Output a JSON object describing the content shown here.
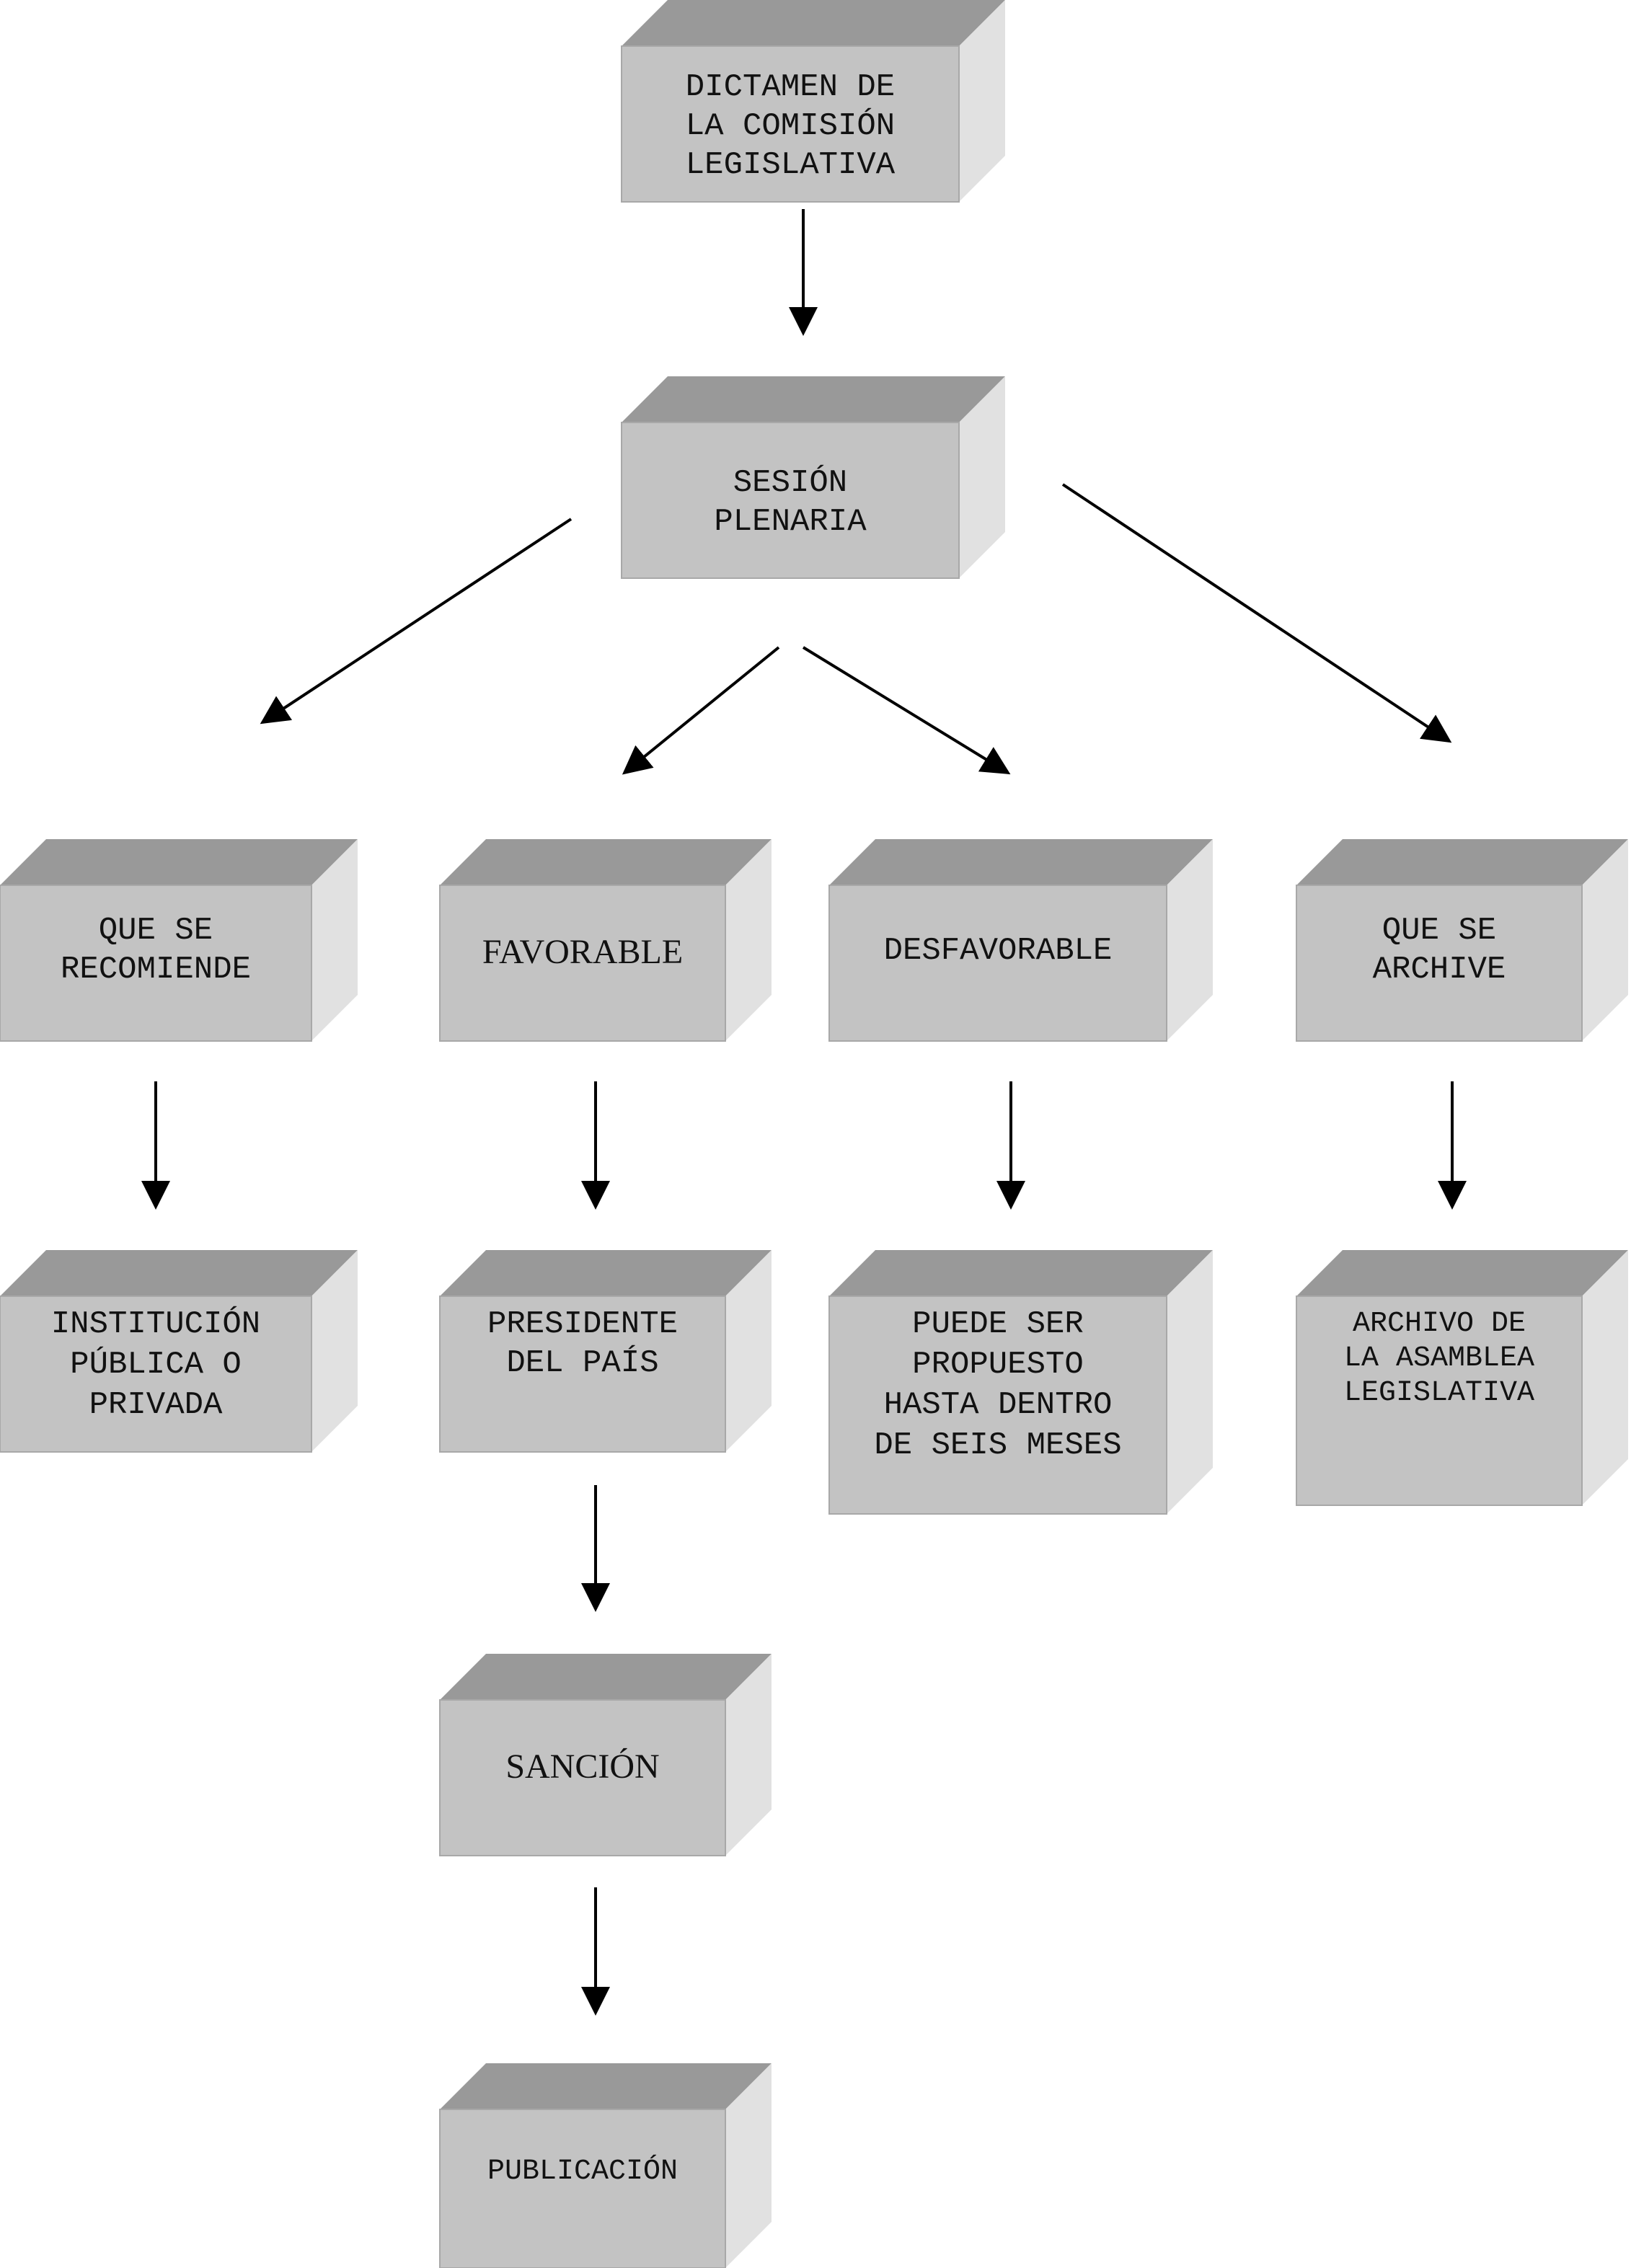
{
  "nodes": {
    "dictamen": [
      "DICTAMEN DE",
      "LA COMISIÓN",
      "LEGISLATIVA"
    ],
    "sesion": [
      "SESIÓN",
      "PLENARIA"
    ],
    "recomiende": [
      "QUE SE",
      "RECOMIENDE"
    ],
    "favorable": [
      "FAVORABLE"
    ],
    "desfavorable": [
      "DESFAVORABLE"
    ],
    "archive": [
      "QUE SE",
      "ARCHIVE"
    ],
    "institucion": [
      "INSTITUCIÓN",
      "PÚBLICA O",
      "PRIVADA"
    ],
    "presidente": [
      "PRESIDENTE",
      "DEL PAÍS"
    ],
    "propuesto": [
      "PUEDE SER",
      "PROPUESTO",
      "HASTA DENTRO",
      "DE SEIS MESES"
    ],
    "archivo": [
      "ARCHIVO DE",
      "LA ASAMBLEA",
      "LEGISLATIVA"
    ],
    "sancion": [
      "SANCIÓN"
    ],
    "publicacion": [
      "PUBLICACIÓN"
    ]
  }
}
